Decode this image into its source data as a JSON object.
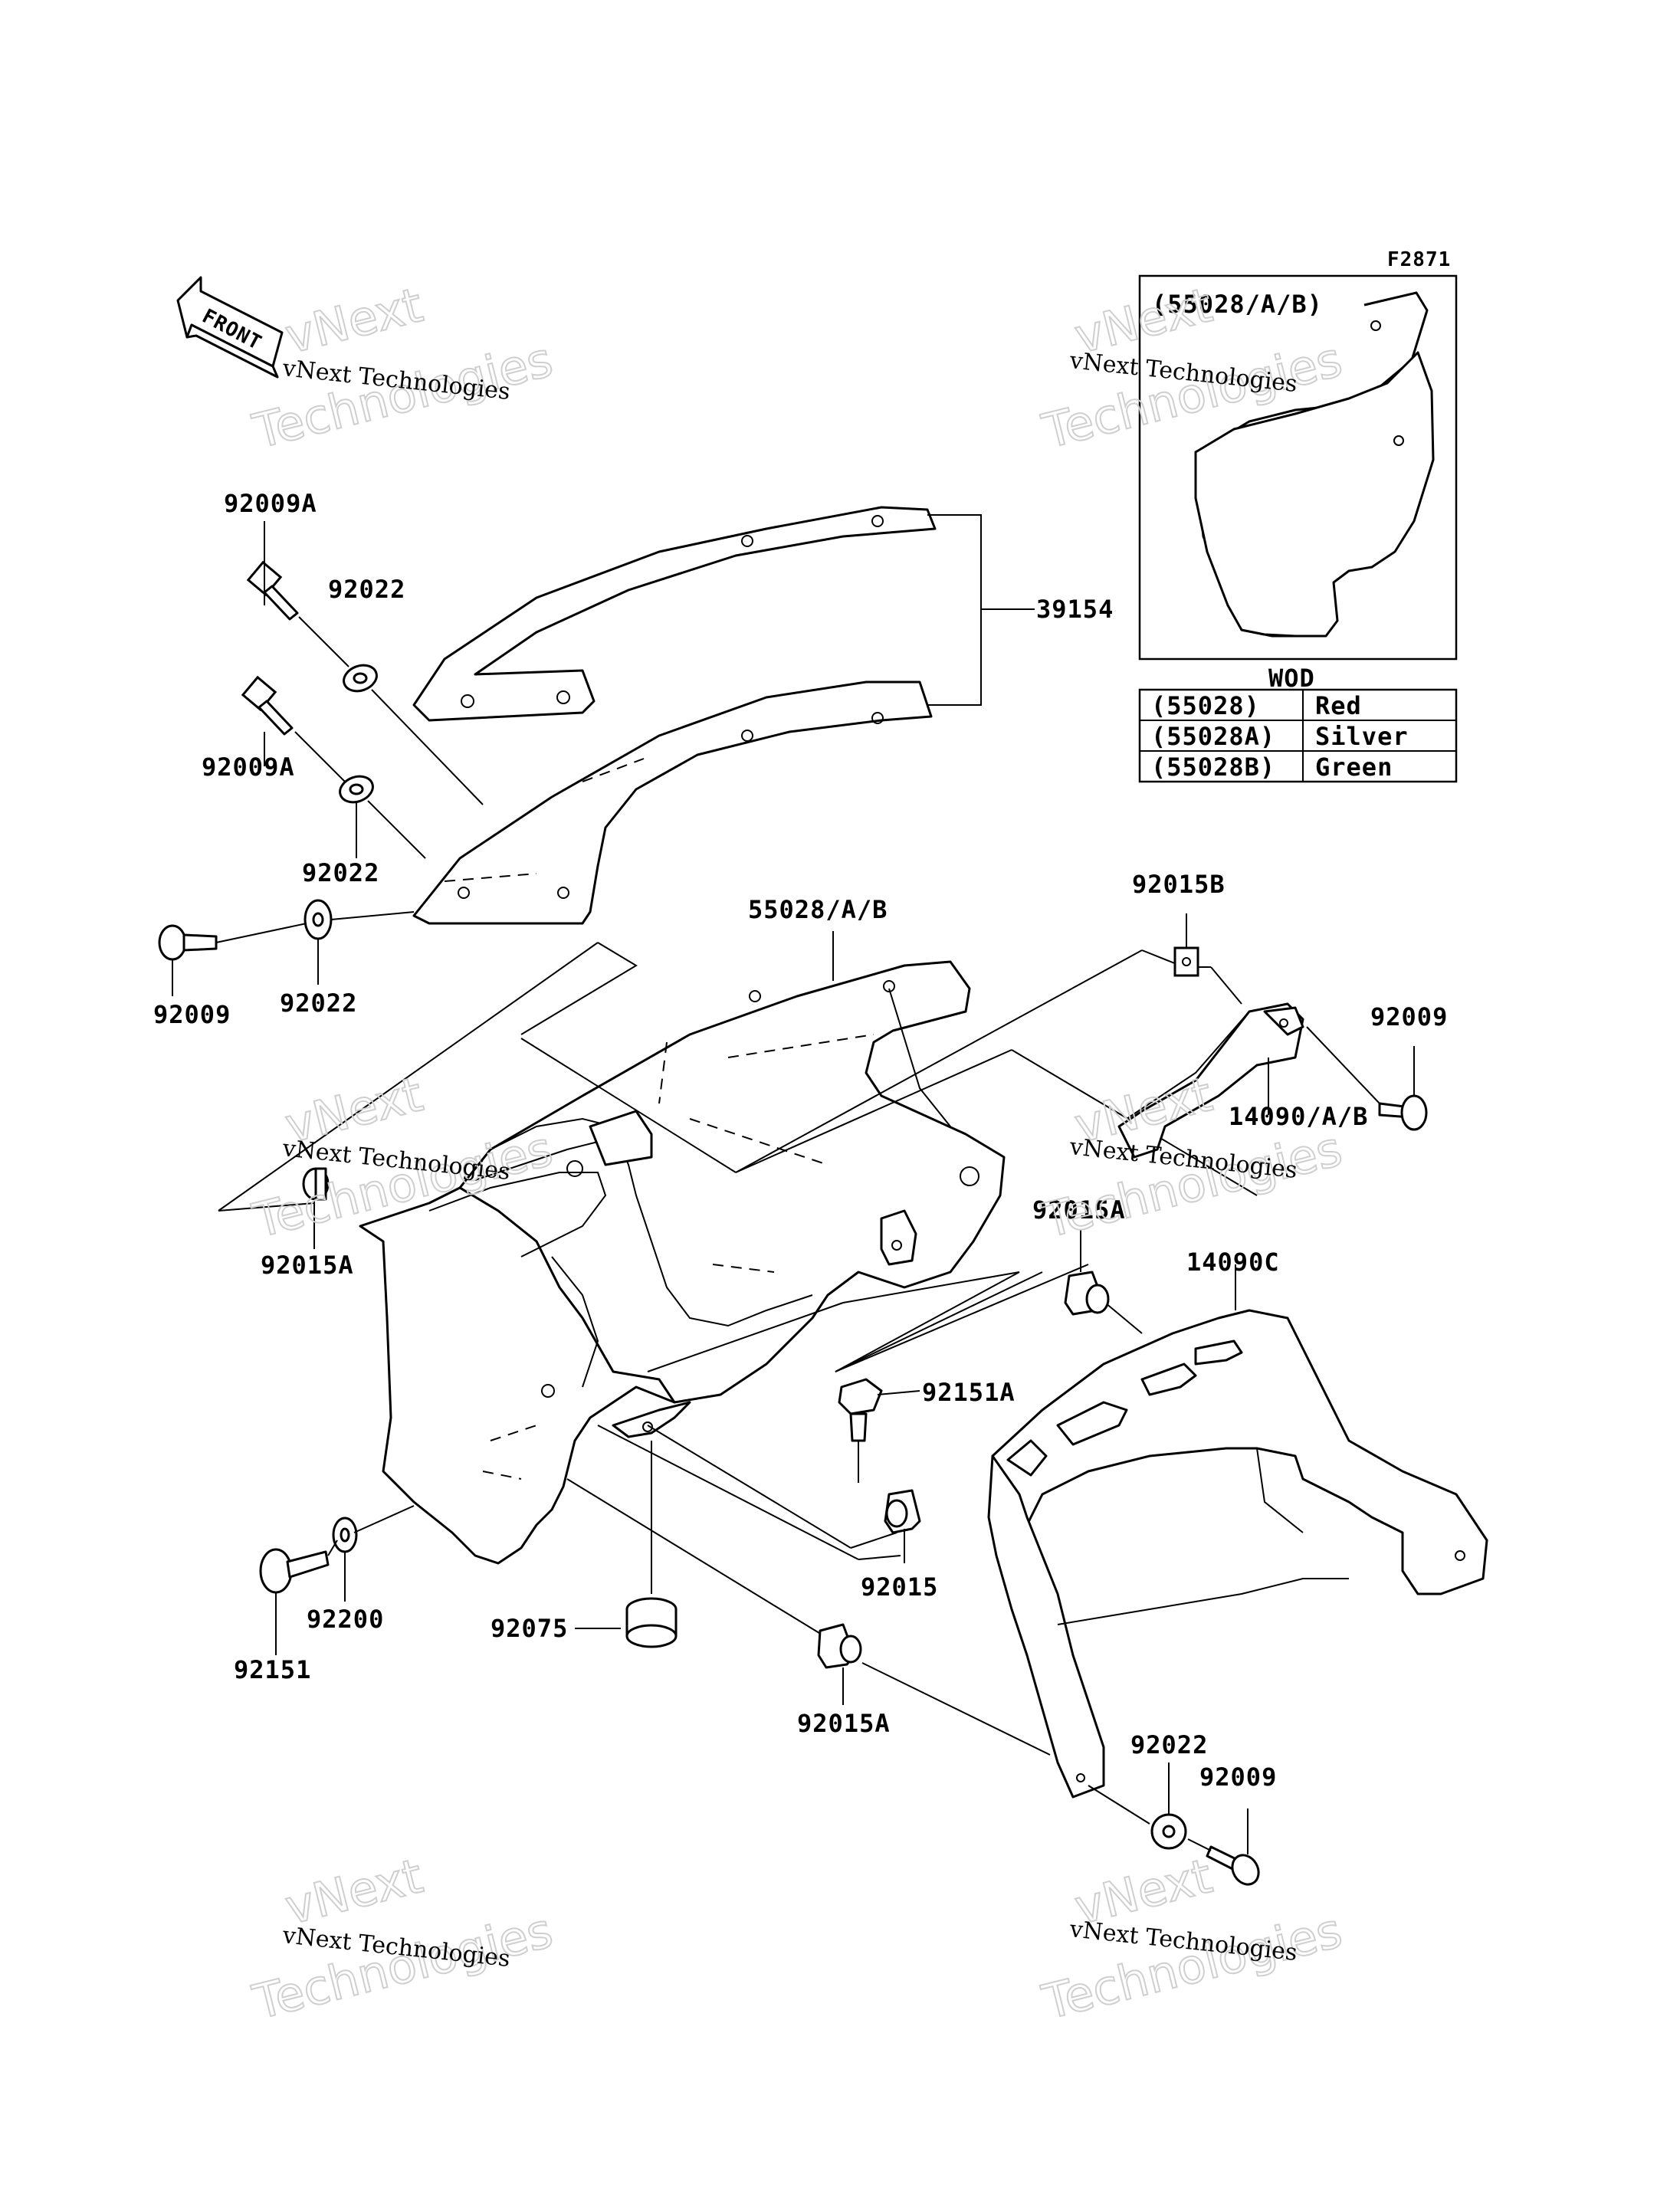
{
  "figure_code": "F2871",
  "front_arrow_label": "FRONT",
  "inset": {
    "title": "(55028/A/B)"
  },
  "color_table": {
    "header": "WOD",
    "rows": [
      {
        "code": "(55028)",
        "color": "Red"
      },
      {
        "code": "(55028A)",
        "color": "Silver"
      },
      {
        "code": "(55028B)",
        "color": "Green"
      }
    ]
  },
  "part_labels": {
    "p92009A_top": "92009A",
    "p92022_top": "92022",
    "p39154": "39154",
    "p92009A_mid": "92009A",
    "p92022_mid": "92022",
    "p92009_left": "92009",
    "p92022_left": "92022",
    "p55028": "55028/A/B",
    "p92015B": "92015B",
    "p92009_right": "92009",
    "p14090": "14090/A/B",
    "p92015A_left": "92015A",
    "p92015A_mid": "92015A",
    "p14090C": "14090C",
    "p92151A": "92151A",
    "p92015": "92015",
    "p92075": "92075",
    "p92200": "92200",
    "p92151": "92151",
    "p92015A_bottom": "92015A",
    "p92022_bottom": "92022",
    "p92009_bottom": "92009"
  },
  "watermark": {
    "line1": "vNext",
    "line2": "vNext Technologies",
    "line3": "Technologies"
  }
}
